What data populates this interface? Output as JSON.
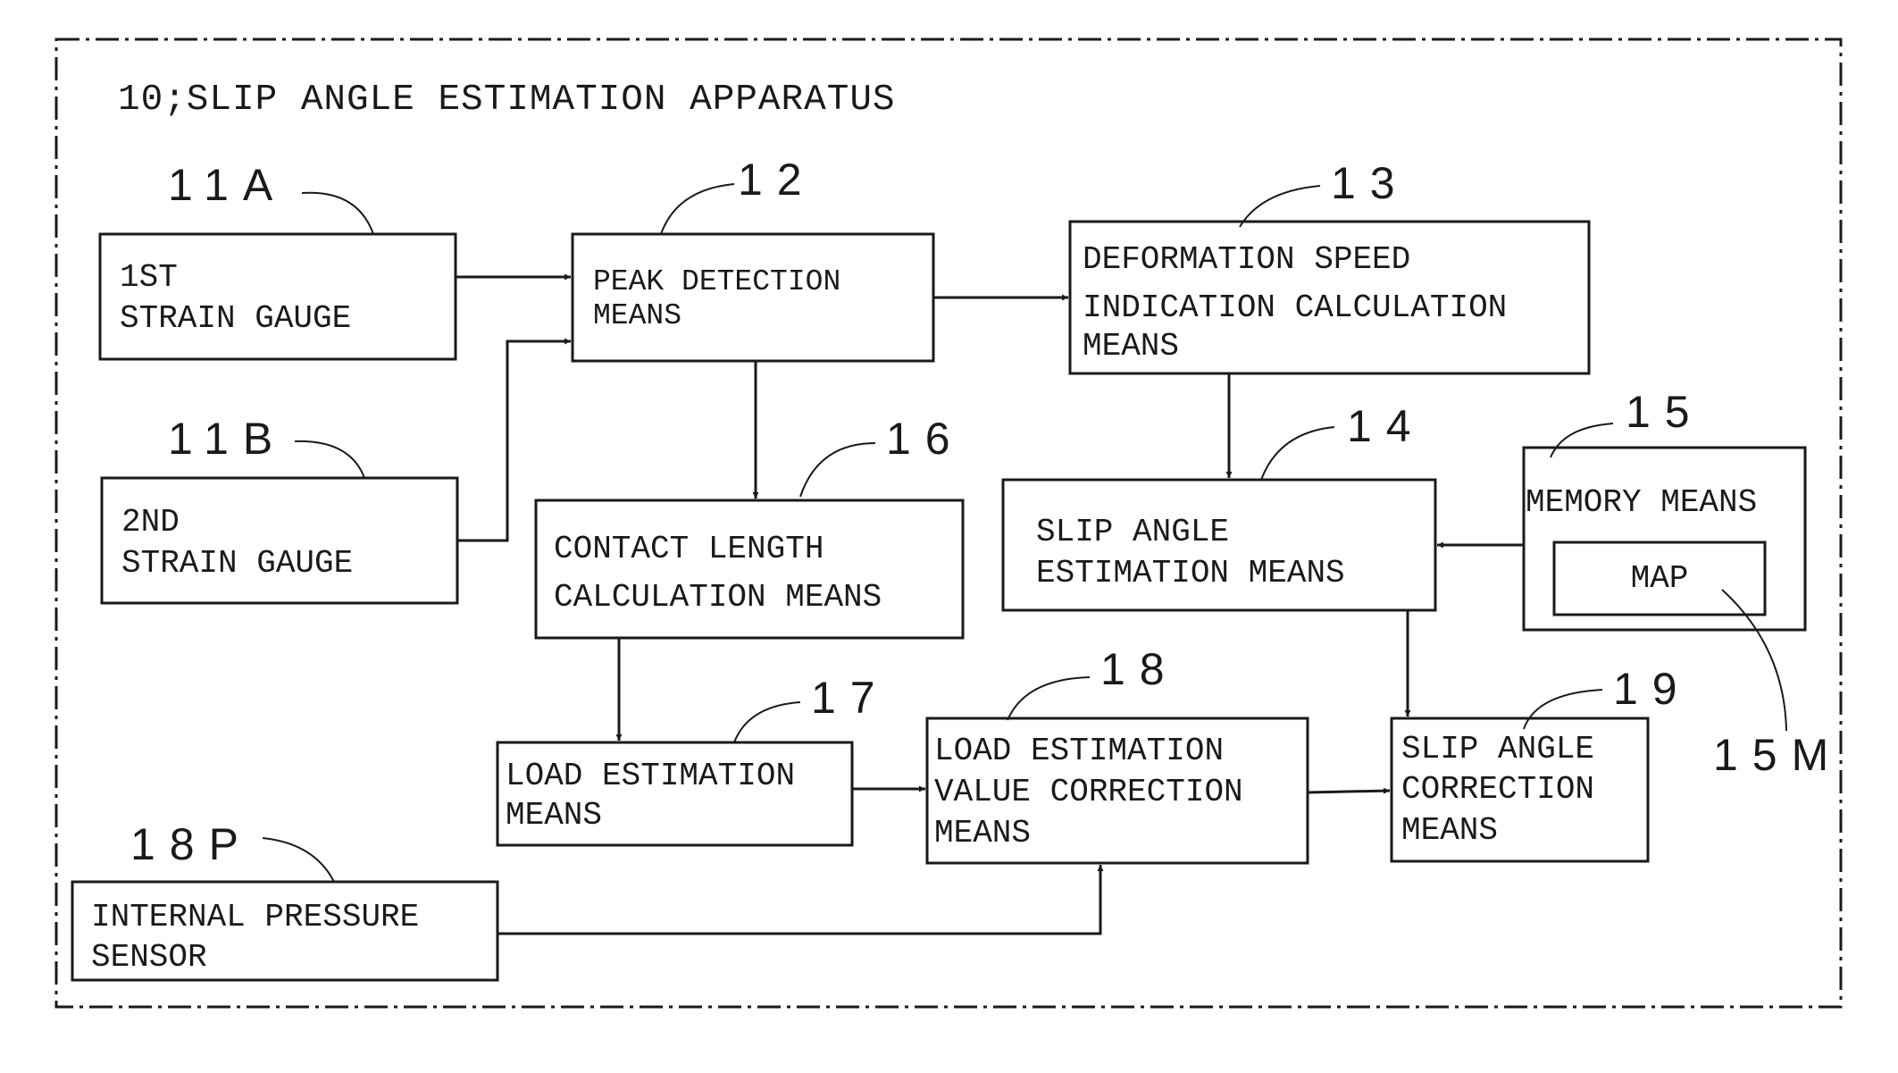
{
  "title": "10;SLIP ANGLE ESTIMATION APPARATUS",
  "blocks": {
    "strain_gauge_1": {
      "ref": "11A",
      "lines": [
        "1ST",
        "STRAIN GAUGE"
      ]
    },
    "strain_gauge_2": {
      "ref": "11B",
      "lines": [
        "2ND",
        "STRAIN GAUGE"
      ]
    },
    "peak_detection": {
      "ref": "12",
      "lines": [
        "PEAK DETECTION",
        "MEANS"
      ]
    },
    "deformation_speed": {
      "ref": "13",
      "lines": [
        "DEFORMATION SPEED",
        "INDICATION CALCULATION",
        "MEANS"
      ]
    },
    "slip_angle_estimation": {
      "ref": "14",
      "lines": [
        "SLIP ANGLE",
        "ESTIMATION MEANS"
      ]
    },
    "memory": {
      "ref": "15",
      "lines": [
        "MEMORY MEANS"
      ]
    },
    "map": {
      "ref": "15M",
      "lines": [
        "MAP"
      ]
    },
    "contact_length": {
      "ref": "16",
      "lines": [
        "CONTACT LENGTH",
        "CALCULATION MEANS"
      ]
    },
    "load_estimation": {
      "ref": "17",
      "lines": [
        "LOAD ESTIMATION",
        "MEANS"
      ]
    },
    "load_correction": {
      "ref": "18",
      "lines": [
        "LOAD ESTIMATION",
        "VALUE CORRECTION",
        "MEANS"
      ]
    },
    "slip_correction": {
      "ref": "19",
      "lines": [
        "SLIP ANGLE",
        "CORRECTION",
        "MEANS"
      ]
    },
    "pressure_sensor": {
      "ref": "18P",
      "lines": [
        "INTERNAL PRESSURE",
        "SENSOR"
      ]
    }
  }
}
